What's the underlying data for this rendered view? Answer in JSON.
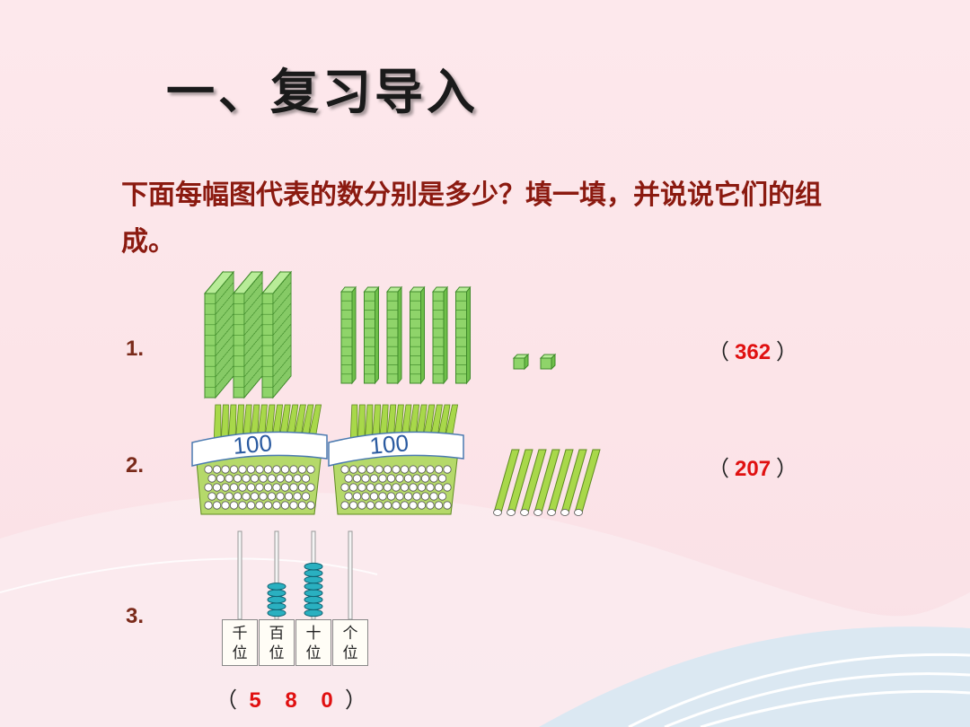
{
  "title": "一、复习导入",
  "question": "下面每幅图代表的数分别是多少？填一填，并说说它们的组成。",
  "problems": [
    {
      "label": "1.",
      "answer": "362",
      "hundreds_flats": 3,
      "tens_rods": 6,
      "ones_cubes": 2
    },
    {
      "label": "2.",
      "answer": "207",
      "bundle_label": "100",
      "bundles": 2,
      "sticks": 7
    },
    {
      "label": "3.",
      "digits": [
        "5",
        "8",
        "0"
      ],
      "beads": {
        "thousands": 0,
        "hundreds": 5,
        "tens": 8,
        "ones": 0
      }
    }
  ],
  "abacus": {
    "places": [
      {
        "top": "千",
        "bottom": "位"
      },
      {
        "top": "百",
        "bottom": "位"
      },
      {
        "top": "十",
        "bottom": "位"
      },
      {
        "top": "个",
        "bottom": "位"
      }
    ]
  },
  "paren_open": "（",
  "paren_close": "）",
  "colors": {
    "accent": "#e01010",
    "block_green": "#8fd46a",
    "stick_green": "#a8d84a",
    "bead_teal": "#2ab0c0",
    "question": "#8b1a10"
  }
}
